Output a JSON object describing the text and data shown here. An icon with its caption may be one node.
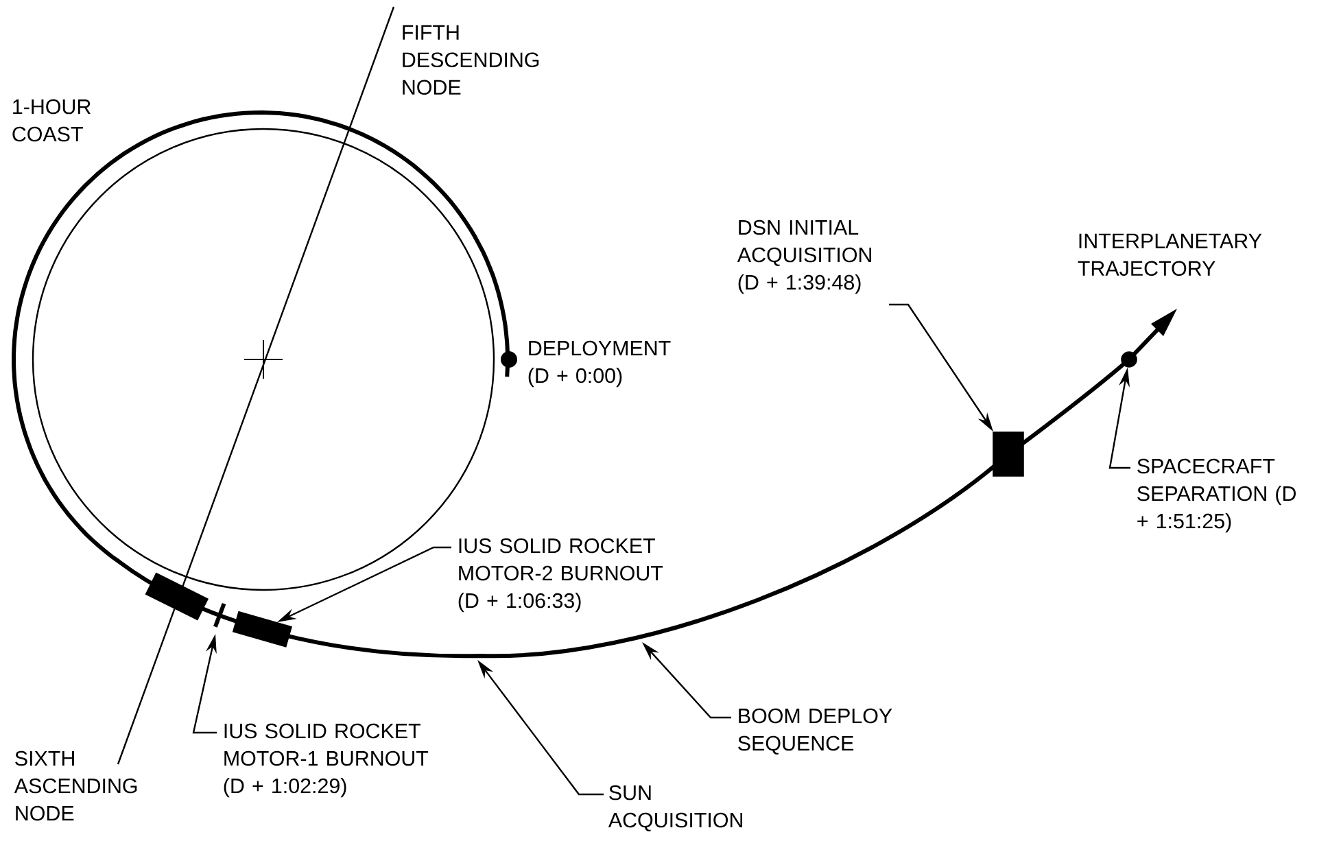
{
  "diagram": {
    "nodes": [
      {
        "text": [
          "IUS SOLID ROCKET MOTOR-2 BURNOUT (D + 1:06:33)"
        ]
      },
      {
        "text": [
          "IUS SOLID ROCKET MOTOR-1 BURNOUT (D + 1:02:29)"
        ]
      },
      {
        "text": [
          "SUN ACQUISITION"
        ]
      },
      {
        "text": [
          "BOOM DEPLOY SEQUENCE"
        ]
      },
      {
        "text": [
          "DSN INITIAL ACQUISITION (D + 1:39:48)"
        ]
      },
      {
        "text": [
          "SPACECRAFT SEPARATION (D + 1:51:25)"
        ]
      },
      {
        "text": [],
        "shape": "box"
      },
      {
        "text": [],
        "shape": "box"
      },
      {
        "text": [],
        "shape": "box"
      },
      {
        "text": [],
        "shape": "circle"
      }
    ],
    "edges": [
      {
        "from": 0,
        "to": 7,
        "arrow": "to"
      },
      {
        "from": 1,
        "to": null,
        "arrow": "to"
      },
      {
        "from": 2,
        "to": null,
        "arrow": "to"
      },
      {
        "from": 3,
        "to": null,
        "arrow": "to"
      },
      {
        "from": 4,
        "to": 8,
        "arrow": "to"
      },
      {
        "from": 5,
        "to": 9,
        "arrow": "to"
      }
    ],
    "labels": [
      "FIFTH DESCENDING NODE",
      "1-HOUR COAST",
      "DEPLOYMENT (D + 0:00)",
      "INTERPLANETARY TRAJECTORY",
      "SIXTH ASCENDING NODE"
    ]
  }
}
